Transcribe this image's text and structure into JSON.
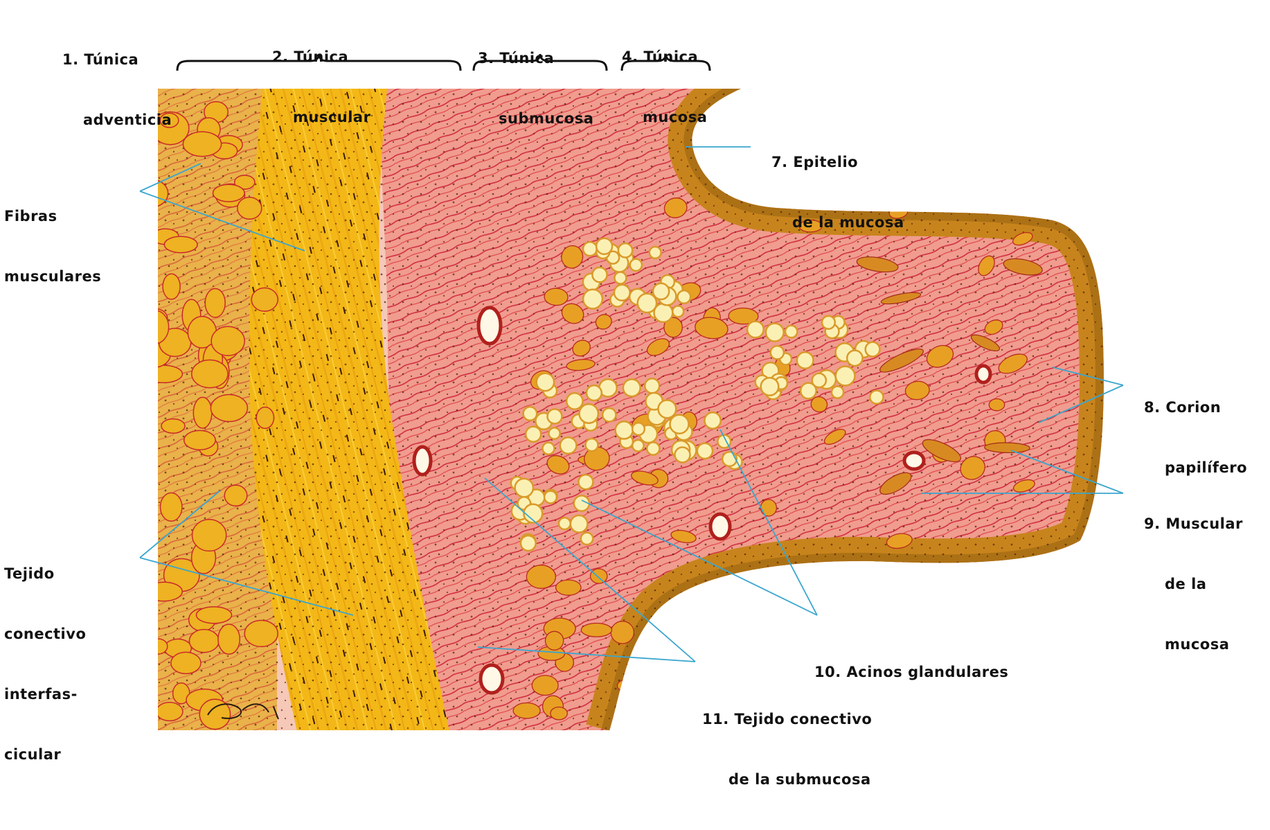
{
  "colors": {
    "leader": "#3aa6cf",
    "muscle_yellow": "#f2b51a",
    "connective_red": "#e0323c",
    "epithelium_brown": "#c9861a",
    "acini_cream": "#fbf0b4"
  },
  "layers": [
    {
      "num": "1.",
      "line1": "Túnica",
      "line2": "adventicia"
    },
    {
      "num": "2.",
      "line1": "Túnica",
      "line2": "muscular"
    },
    {
      "num": "3.",
      "line1": "Túnica",
      "line2": "submucosa"
    },
    {
      "num": "4.",
      "line1": "Túnica",
      "line2": "mucosa"
    }
  ],
  "labels": {
    "fibras": {
      "line1": "Fibras",
      "line2": "musculares"
    },
    "tejido_inter": {
      "line1": "Tejido",
      "line2": "conectivo",
      "line3": "interfas-",
      "line4": "cicular"
    },
    "epitelio": {
      "line1": "7. Epitelio",
      "line2": "de la mucosa"
    },
    "corion": {
      "line1": "8. Corion",
      "line2": "papilífero"
    },
    "muscular_mucosa": {
      "line1": "9. Muscular",
      "line2": "de la",
      "line3": "mucosa"
    },
    "acinos": {
      "line1": "10. Acinos glandulares"
    },
    "tejido_sub": {
      "line1": "11. Tejido conectivo",
      "line2": "de la submucosa"
    }
  }
}
